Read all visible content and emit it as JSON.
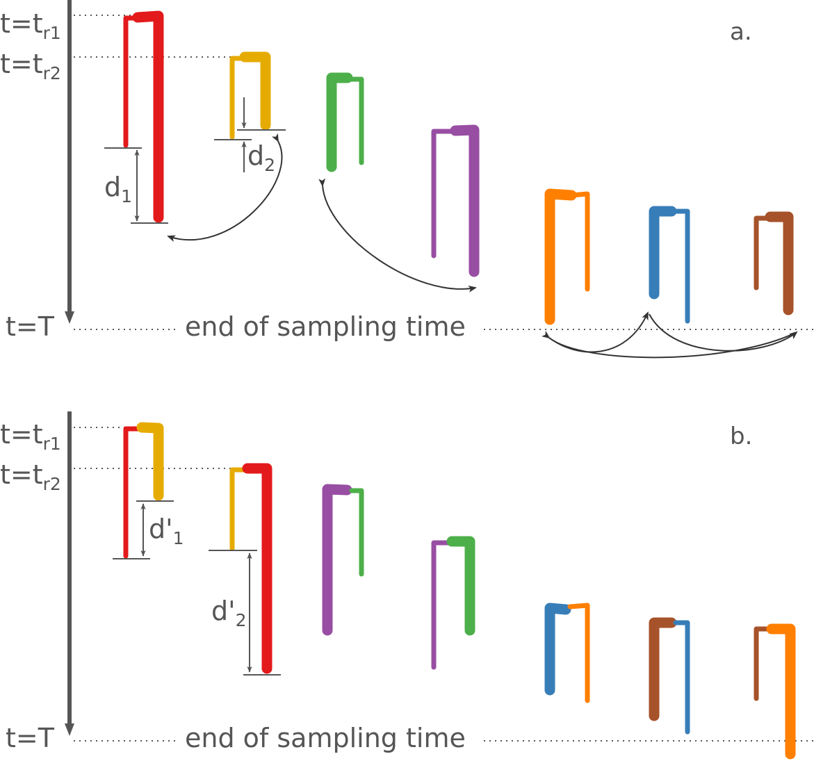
{
  "panels": [
    {
      "id": "a",
      "label": "a.",
      "t_r1": {
        "main": "t=t",
        "sub": "r1"
      },
      "t_r2": {
        "main": "t=t",
        "sub": "r2"
      },
      "t_T": "t=T",
      "caption": "end of sampling time",
      "distances": [
        {
          "main": "d",
          "sub": "1"
        },
        {
          "main": "d",
          "sub": "2"
        }
      ],
      "hairpins": [
        {
          "left_color": "#e31a1c",
          "right_color": "#e31a1c",
          "heavy_side": "right"
        },
        {
          "left_color": "#e6ab02",
          "right_color": "#e6ab02",
          "heavy_side": "right"
        },
        {
          "left_color": "#4daf4a",
          "right_color": "#4daf4a",
          "heavy_side": "left"
        },
        {
          "left_color": "#984ea3",
          "right_color": "#984ea3",
          "heavy_side": "right"
        },
        {
          "left_color": "#ff7f00",
          "right_color": "#ff7f00",
          "heavy_side": "left"
        },
        {
          "left_color": "#377eb8",
          "right_color": "#377eb8",
          "heavy_side": "left"
        },
        {
          "left_color": "#a6522a",
          "right_color": "#a6522a",
          "heavy_side": "right"
        }
      ]
    },
    {
      "id": "b",
      "label": "b.",
      "t_r1": {
        "main": "t=t",
        "sub": "r1"
      },
      "t_r2": {
        "main": "t=t",
        "sub": "r2"
      },
      "t_T": "t=T",
      "caption": "end of sampling time",
      "distances": [
        {
          "main": "d'",
          "sub": "1"
        },
        {
          "main": "d'",
          "sub": "2"
        }
      ],
      "hairpins": [
        {
          "left_color": "#e31a1c",
          "right_color": "#e6ab02",
          "heavy_side": "right"
        },
        {
          "left_color": "#e6ab02",
          "right_color": "#e31a1c",
          "heavy_side": "right"
        },
        {
          "left_color": "#984ea3",
          "right_color": "#4daf4a",
          "heavy_side": "left"
        },
        {
          "left_color": "#984ea3",
          "right_color": "#4daf4a",
          "heavy_side": "right"
        },
        {
          "left_color": "#377eb8",
          "right_color": "#ff7f00",
          "heavy_side": "left"
        },
        {
          "left_color": "#a6522a",
          "right_color": "#377eb8",
          "heavy_side": "left"
        },
        {
          "left_color": "#a6522a",
          "right_color": "#ff7f00",
          "heavy_side": "right"
        }
      ]
    }
  ],
  "colors": {
    "axis": "#555555",
    "arrow": "#333333",
    "dotted": "#555555"
  }
}
